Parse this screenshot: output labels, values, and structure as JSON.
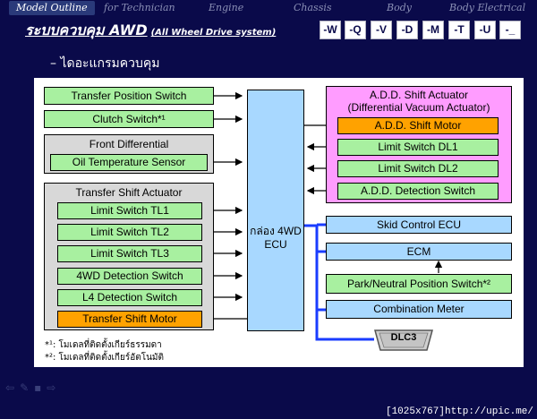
{
  "nav": {
    "items": [
      "Model Outline",
      "for Technician",
      "Engine",
      "Chassis",
      "Body",
      "Body Electrical"
    ]
  },
  "title": {
    "main": "ระบบควบคุม AWD",
    "sub": "(All Wheel Drive system)"
  },
  "codes": [
    "-W",
    "-Q",
    "-V",
    "-D",
    "-M",
    "-T",
    "-U",
    "-_"
  ],
  "subtitle": "– ไดอะแกรมควบคุม",
  "diagram": {
    "ecu": "กล่อง 4WD ECU",
    "left_inputs": [
      "Transfer Position Switch",
      "Clutch Switch*¹"
    ],
    "front_diff": {
      "title": "Front Differential",
      "items": [
        "Oil Temperature Sensor"
      ]
    },
    "tsa": {
      "title": "Transfer Shift Actuator",
      "items": [
        "Limit Switch TL1",
        "Limit Switch TL2",
        "Limit Switch TL3",
        "4WD Detection Switch",
        "L4 Detection Switch"
      ],
      "motor": "Transfer Shift Motor"
    },
    "add": {
      "title": "A.D.D. Shift Actuator",
      "subtitle": "(Differential Vacuum Actuator)",
      "motor": "A.D.D. Shift Motor",
      "items": [
        "Limit Switch DL1",
        "Limit Switch DL2",
        "A.D.D. Detection Switch"
      ]
    },
    "right": {
      "skid": "Skid Control ECU",
      "ecm": "ECM",
      "park": "Park/Neutral Position Switch*²",
      "meter": "Combination Meter",
      "dlc": "DLC3"
    },
    "colors": {
      "green": "#a8f0a0",
      "orange": "#ffa200",
      "blue": "#a8d8ff",
      "pink": "#ff9cff",
      "bus": "#1a3cff"
    }
  },
  "notes": [
    "*¹: โมเดลที่ติดตั้งเกียร์ธรรมดา",
    "*²: โมเดลที่ติดตั้งเกียร์อัตโนมัติ"
  ],
  "watermark": "[1025x767]http://upic.me/"
}
